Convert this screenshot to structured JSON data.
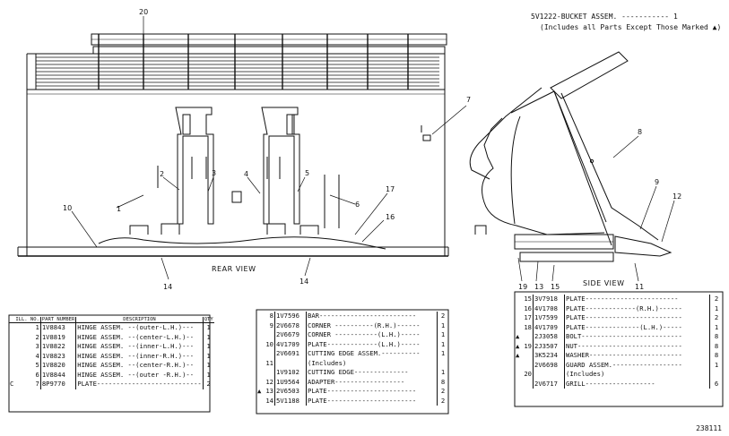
{
  "header": {
    "title": "5V1222-BUCKET ASSEM. ----------- 1",
    "subtitle": "(Includes all Parts Except Those Marked ▲)"
  },
  "views": {
    "rear": "REAR VIEW",
    "side": "SIDE VIEW"
  },
  "callouts": {
    "c20": "20",
    "c7": "7",
    "c2": "2",
    "c3": "3",
    "c4": "4",
    "c5": "5",
    "c1": "1",
    "c10": "10",
    "c6": "6",
    "c17": "17",
    "c16": "16",
    "c14a": "14",
    "c14b": "14",
    "c8": "8",
    "c9": "9",
    "c12": "12",
    "c19": "19",
    "c13": "13",
    "c15": "15",
    "c11": "11"
  },
  "table1": {
    "head": {
      "ill": "ILL. NO.",
      "part": "PART NUMBER",
      "desc": "DESCRIPTION",
      "qty": "QTY"
    },
    "rows": [
      {
        "mark": "",
        "no": "1",
        "part": "1V8843",
        "desc": "HINGE ASSEM. --(outer-L.H.)---",
        "qty": "1"
      },
      {
        "mark": "",
        "no": "2",
        "part": "1V8819",
        "desc": "HINGE ASSEM. --(center-L.H.)--",
        "qty": "1"
      },
      {
        "mark": "",
        "no": "3",
        "part": "1V8822",
        "desc": "HINGE ASSEM. --(inner-L.H.)---",
        "qty": "1"
      },
      {
        "mark": "",
        "no": "4",
        "part": "1V8823",
        "desc": "HINGE ASSEM. --(inner-R.H.)---",
        "qty": "1"
      },
      {
        "mark": "",
        "no": "5",
        "part": "1V8820",
        "desc": "HINGE ASSEM. --(center-R.H.)--",
        "qty": "1"
      },
      {
        "mark": "",
        "no": "6",
        "part": "1V8844",
        "desc": "HINGE ASSEM. --(outer -R.H.)--",
        "qty": "1"
      },
      {
        "mark": "C",
        "no": "7",
        "part": "8P9770",
        "desc": "PLATE---------------------------",
        "qty": "2"
      }
    ]
  },
  "table2": {
    "rows": [
      {
        "mark": "",
        "no": "8",
        "part": "1V7596",
        "desc": "BAR-------------------------",
        "qty": "2"
      },
      {
        "mark": "",
        "no": "9",
        "part": "2V6678",
        "desc": "CORNER ----------(R.H.)------",
        "qty": "1"
      },
      {
        "mark": "",
        "no": "",
        "part": "2V6679",
        "desc": "CORNER -----------(L.H.)-----",
        "qty": "1"
      },
      {
        "mark": "",
        "no": "10",
        "part": "4V1709",
        "desc": "PLATE-------------(L.H.)-----",
        "qty": "1"
      },
      {
        "mark": "",
        "no": "",
        "part": "2V6691",
        "desc": "CUTTING EDGE ASSEM.----------",
        "qty": "1"
      },
      {
        "mark": "",
        "no": "11",
        "part": "",
        "desc": "  (Includes)",
        "qty": ""
      },
      {
        "mark": "",
        "no": "",
        "part": "1V9102",
        "desc": "    CUTTING EDGE--------------",
        "qty": "1"
      },
      {
        "mark": "",
        "no": "12",
        "part": "1U9564",
        "desc": "  ADAPTER------------------",
        "qty": "8"
      },
      {
        "mark": "▲",
        "no": "13",
        "part": "2V6503",
        "desc": "PLATE-----------------------",
        "qty": "2"
      },
      {
        "mark": "",
        "no": "14",
        "part": "5V1188",
        "desc": "PLATE-----------------------",
        "qty": "2"
      }
    ]
  },
  "table3": {
    "rows": [
      {
        "mark": "",
        "no": "15",
        "part": "3V7918",
        "desc": "PLATE------------------------",
        "qty": "2"
      },
      {
        "mark": "",
        "no": "16",
        "part": "4V1708",
        "desc": "PLATE-------------(R.H.)------",
        "qty": "1"
      },
      {
        "mark": "",
        "no": "17",
        "part": "1V7599",
        "desc": "PLATE-------------------------",
        "qty": "2"
      },
      {
        "mark": "",
        "no": "18",
        "part": "4V1709",
        "desc": "PLATE--------------(L.H.)-----",
        "qty": "1"
      },
      {
        "mark": "▲",
        "no": "",
        "part": "2J3058",
        "desc": "BOLT--------------------------",
        "qty": "8"
      },
      {
        "mark": "▲",
        "no": "19",
        "part": "2J3507",
        "desc": "NUT---------------------------",
        "qty": "8"
      },
      {
        "mark": "▲",
        "no": "",
        "part": "3K5234",
        "desc": "WASHER------------------------",
        "qty": "8"
      },
      {
        "mark": "",
        "no": "",
        "part": "2V6698",
        "desc": "GUARD ASSEM.------------------",
        "qty": "1"
      },
      {
        "mark": "",
        "no": "20",
        "part": "",
        "desc": "  (Includes)",
        "qty": ""
      },
      {
        "mark": "",
        "no": "",
        "part": "2V6717",
        "desc": "    GRILL------------------",
        "qty": "6"
      }
    ]
  },
  "figure_number": "238111"
}
